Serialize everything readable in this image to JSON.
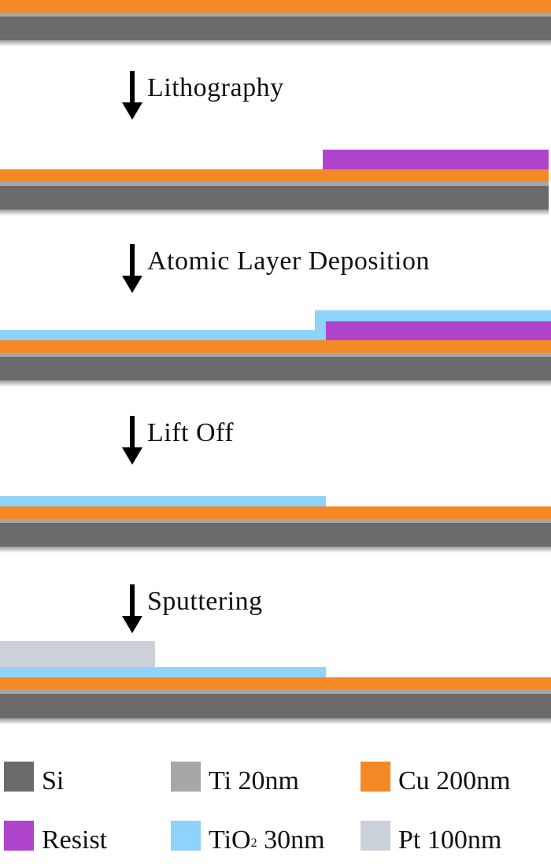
{
  "steps": [
    {
      "label": "Lithography"
    },
    {
      "label": "Atomic Layer Deposition"
    },
    {
      "label": "Lift Off"
    },
    {
      "label": "Sputtering"
    }
  ],
  "colors": {
    "si": "#6b6b6b",
    "ti": "#a7a7a7",
    "cu": "#f38a26",
    "resist": "#b044cc",
    "tio2": "#8fd3fd",
    "pt": "#cbd1d8"
  },
  "legend": [
    {
      "key": "si",
      "label": "Si"
    },
    {
      "key": "ti",
      "label": "Ti 20nm"
    },
    {
      "key": "cu",
      "label": "Cu 200nm"
    },
    {
      "key": "resist",
      "label": "Resist"
    },
    {
      "key": "tio2",
      "label_prefix": "TiO",
      "label_sub": "2",
      "label_suffix": " 30nm"
    },
    {
      "key": "pt",
      "label": "Pt 100nm"
    }
  ]
}
